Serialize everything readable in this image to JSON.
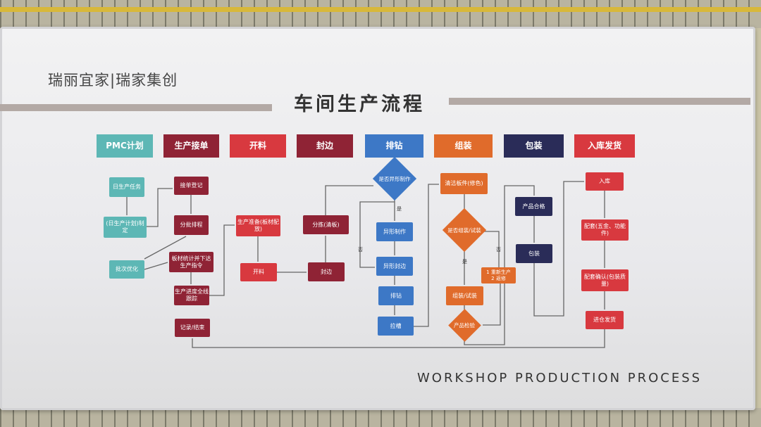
{
  "logo": "瑞丽宜家|瑞家集创",
  "title": "车间生产流程",
  "subtitle_en": "WORKSHOP PRODUCTION PROCESS",
  "colors": {
    "teal": "#5db7b5",
    "dark_red": "#8f2335",
    "red": "#d8393f",
    "blue": "#3d78c6",
    "orange": "#e06b2b",
    "navy": "#2a2c58"
  },
  "headers": [
    "PMC计划",
    "生产接单",
    "开料",
    "封边",
    "排钻",
    "组装",
    "包装",
    "入库发货"
  ],
  "nodes": {
    "daily_task": "日生产任务",
    "daily_plan": "(日生产计划)制定",
    "batch_opt": "批次优化",
    "order_reg": "接单登记",
    "batch_sched": "分批排程",
    "board_stats": "板材统计并下达生产指令",
    "progress": "生产进度全线跟踪",
    "record_end": "记录/结束",
    "prep": "生产准备(板材配放)",
    "cutting": "开料",
    "edge": "封边",
    "sorting": "分拣(清板)",
    "shaped_q": "是否异形制作",
    "shaped_make": "异形制作",
    "shaped_edge": "异形封边",
    "drilling": "排钻",
    "grooving": "拉槽",
    "cleaning": "清洁板件(修色)",
    "assembly_q": "是否组装/试装",
    "redo": "1 重新生产\n2 返修",
    "assembly": "组装/试装",
    "inspection": "产品检验",
    "qualified": "产品合格",
    "packing": "包装",
    "warehouse": "入库",
    "kitting": "配套(五金、功能件)",
    "kit_confirm": "配套确认(包装质量)",
    "ship": "进仓发货"
  },
  "branch_labels": {
    "yes": "是",
    "no": "否"
  }
}
